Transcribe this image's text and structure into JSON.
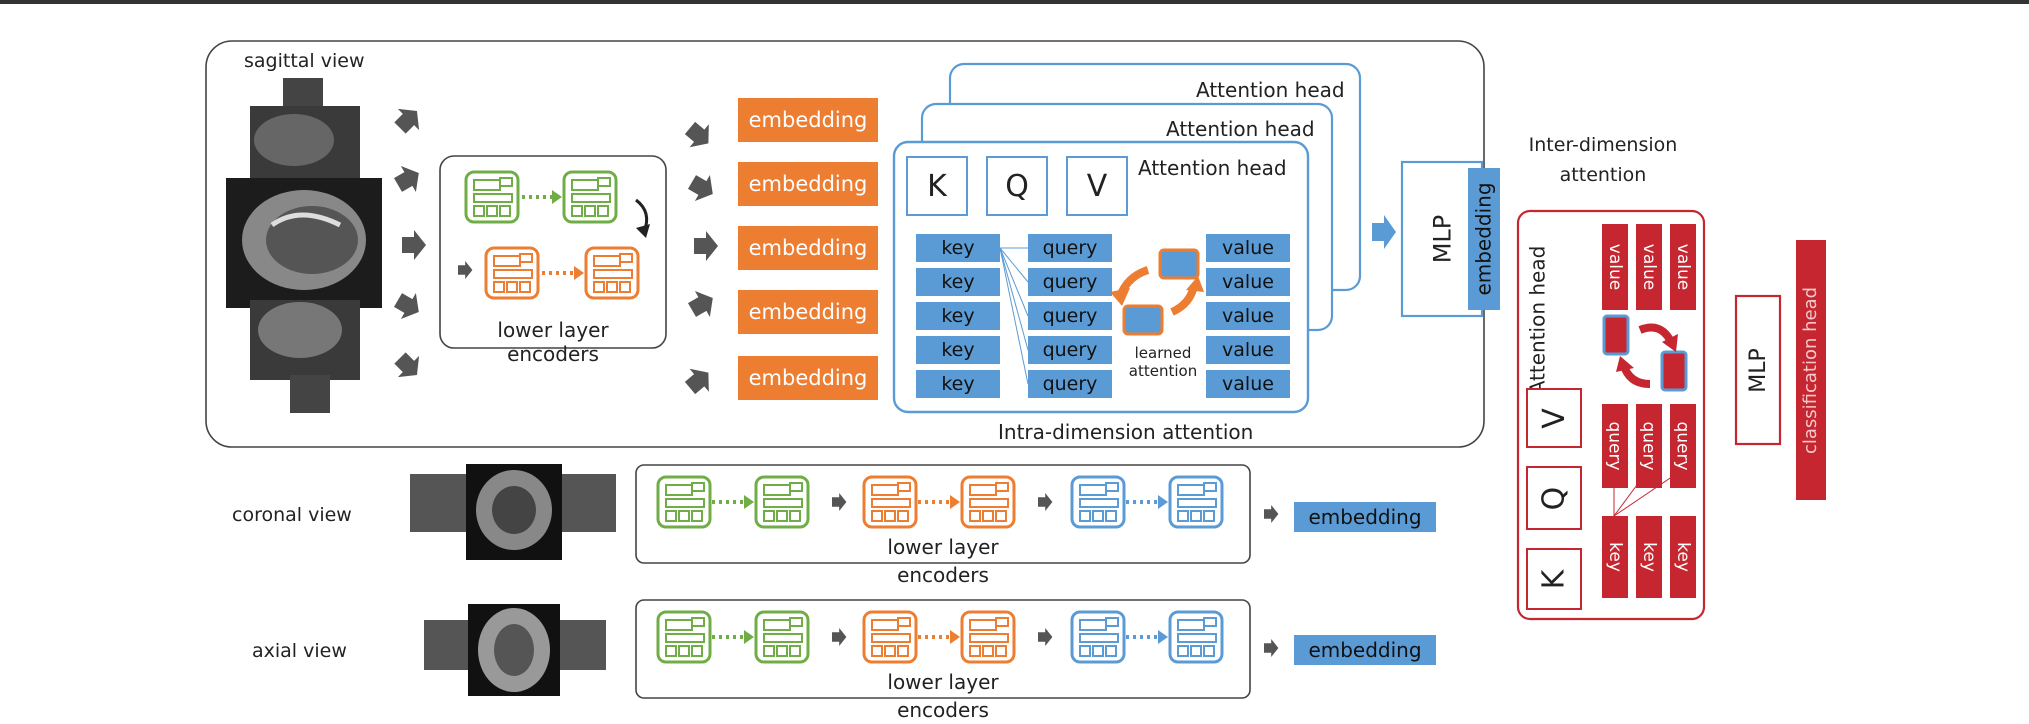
{
  "sagittal": {
    "label": "sagittal view"
  },
  "coronal": {
    "label": "coronal view"
  },
  "axial": {
    "label": "axial view"
  },
  "lower_layer": {
    "line1": "lower layer",
    "line2": "encoders"
  },
  "embedding_label": "embedding",
  "attention_head_label": "Attention head",
  "kqv": {
    "k": "K",
    "q": "Q",
    "v": "V"
  },
  "cells": {
    "key": "key",
    "query": "query",
    "value": "value"
  },
  "learned_attention": {
    "line1": "learned",
    "line2": "attention"
  },
  "intra_caption": "Intra-dimension attention",
  "mlp_label": "MLP",
  "inter": {
    "line1": "Inter-dimension",
    "line2": "attention"
  },
  "classification_head": "classification head",
  "colors": {
    "orange": "#ED7D31",
    "blue": "#5B9BD5",
    "green": "#70AD47",
    "red": "#C5262F"
  }
}
